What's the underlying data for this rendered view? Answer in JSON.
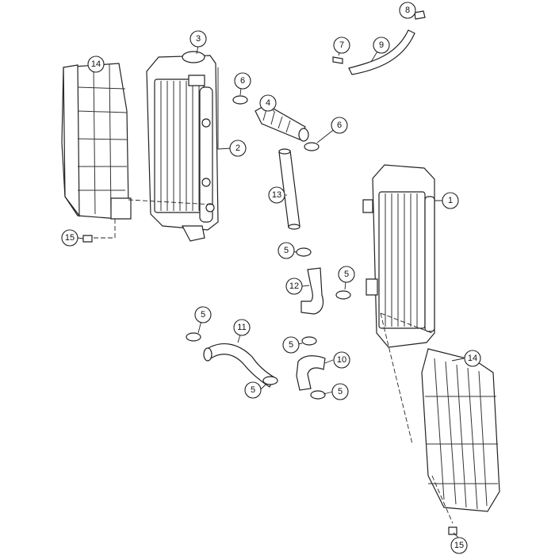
{
  "diagram": {
    "callouts": [
      {
        "id": "c-1",
        "label": "1"
      },
      {
        "id": "c-2",
        "label": "2"
      },
      {
        "id": "c-3",
        "label": "3"
      },
      {
        "id": "c-4",
        "label": "4"
      },
      {
        "id": "c-5a",
        "label": "5"
      },
      {
        "id": "c-5b",
        "label": "5"
      },
      {
        "id": "c-5c",
        "label": "5"
      },
      {
        "id": "c-5d",
        "label": "5"
      },
      {
        "id": "c-5e",
        "label": "5"
      },
      {
        "id": "c-5f",
        "label": "5"
      },
      {
        "id": "c-6a",
        "label": "6"
      },
      {
        "id": "c-6b",
        "label": "6"
      },
      {
        "id": "c-7",
        "label": "7"
      },
      {
        "id": "c-8",
        "label": "8"
      },
      {
        "id": "c-9",
        "label": "9"
      },
      {
        "id": "c-10",
        "label": "10"
      },
      {
        "id": "c-11",
        "label": "11"
      },
      {
        "id": "c-12",
        "label": "12"
      },
      {
        "id": "c-13",
        "label": "13"
      },
      {
        "id": "c-14a",
        "label": "14"
      },
      {
        "id": "c-14b",
        "label": "14"
      },
      {
        "id": "c-15a",
        "label": "15"
      },
      {
        "id": "c-15b",
        "label": "15"
      }
    ]
  }
}
